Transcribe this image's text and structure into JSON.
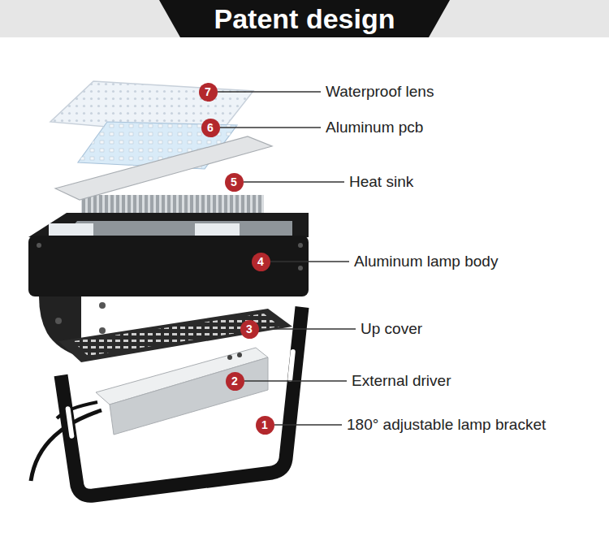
{
  "diagram": {
    "title": "Patent design",
    "nodes": [
      {
        "text": [
          "7"
        ]
      },
      {
        "text": [
          "6"
        ]
      },
      {
        "text": [
          "5"
        ]
      },
      {
        "text": [
          "4"
        ]
      },
      {
        "text": [
          "3"
        ]
      },
      {
        "text": [
          "2"
        ]
      },
      {
        "text": [
          "1"
        ]
      }
    ],
    "labels": [
      "Waterproof lens",
      "Aluminum pcb",
      "Heat sink",
      "Aluminum lamp body",
      "Up cover",
      "External driver",
      "180° adjustable lamp bracket"
    ]
  }
}
